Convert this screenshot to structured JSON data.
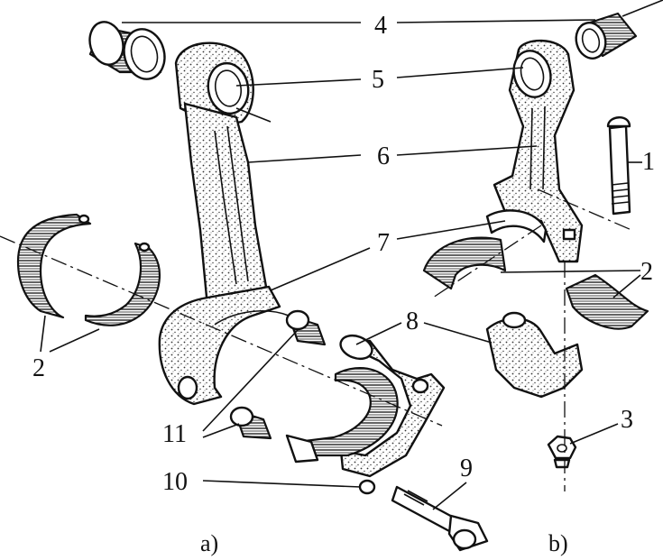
{
  "diagram": {
    "views": [
      {
        "id": "a",
        "caption": "a)"
      },
      {
        "id": "b",
        "caption": "b)"
      }
    ],
    "callouts": {
      "c1": "1",
      "c2_left": "2",
      "c2_right": "2",
      "c3": "3",
      "c4": "4",
      "c5": "5",
      "c6": "6",
      "c7": "7",
      "c8": "8",
      "c9": "9",
      "c10": "10",
      "c11": "11"
    },
    "ink_color": "#111111"
  }
}
